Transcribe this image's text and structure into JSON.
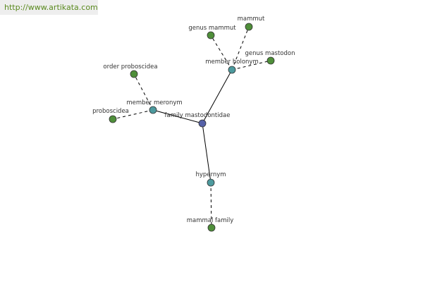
{
  "watermark": {
    "text": "http://www.artikata.com"
  },
  "colors": {
    "center": "#5561a8",
    "relation": "#4d9a9e",
    "leaf": "#4f8f3a",
    "watermark_text": "#5a8a1e",
    "watermark_bg": "#eeeeee"
  },
  "graph": {
    "nodes": [
      {
        "id": "center",
        "label": "family mastodontidae",
        "kind": "center"
      },
      {
        "id": "holonym",
        "label": "member holonym",
        "kind": "relation"
      },
      {
        "id": "meronym",
        "label": "member meronym",
        "kind": "relation"
      },
      {
        "id": "hypernym",
        "label": "hypernym",
        "kind": "relation"
      },
      {
        "id": "genus_mammut",
        "label": "genus mammut",
        "kind": "leaf"
      },
      {
        "id": "mammut",
        "label": "mammut",
        "kind": "leaf"
      },
      {
        "id": "genus_mastodon",
        "label": "genus mastodon",
        "kind": "leaf"
      },
      {
        "id": "order_proboscidea",
        "label": "order proboscidea",
        "kind": "leaf"
      },
      {
        "id": "proboscidea",
        "label": "proboscidea",
        "kind": "leaf"
      },
      {
        "id": "mammal_family",
        "label": "mammal family",
        "kind": "leaf"
      }
    ],
    "edges": [
      {
        "from": "center",
        "to": "holonym",
        "style": "solid"
      },
      {
        "from": "center",
        "to": "meronym",
        "style": "solid"
      },
      {
        "from": "center",
        "to": "hypernym",
        "style": "solid"
      },
      {
        "from": "holonym",
        "to": "genus_mammut",
        "style": "dashed"
      },
      {
        "from": "holonym",
        "to": "mammut",
        "style": "dashed"
      },
      {
        "from": "holonym",
        "to": "genus_mastodon",
        "style": "dashed"
      },
      {
        "from": "meronym",
        "to": "order_proboscidea",
        "style": "dashed"
      },
      {
        "from": "meronym",
        "to": "proboscidea",
        "style": "dashed"
      },
      {
        "from": "hypernym",
        "to": "mammal_family",
        "style": "dashed"
      }
    ]
  }
}
